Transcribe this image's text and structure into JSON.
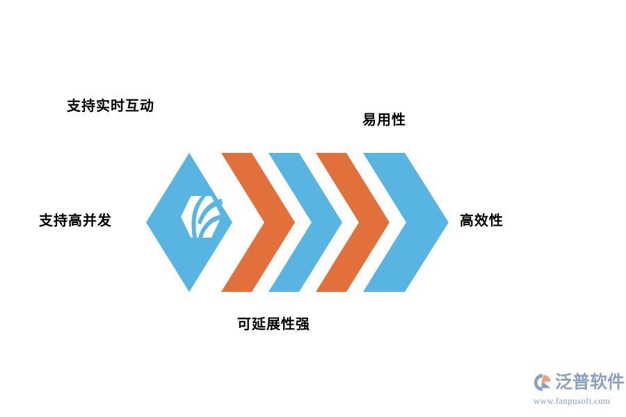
{
  "diagram": {
    "type": "chevron-process",
    "title_absent": true,
    "colors": {
      "blue": "#58b4e0",
      "orange": "#e2703a",
      "background": "#ffffff",
      "label_text": "#000000",
      "logo_mark": "#ffffff"
    },
    "shapes": [
      {
        "name": "diamond-stage-1",
        "shape": "diamond",
        "color": "#58b4e0",
        "has_logo": true
      },
      {
        "name": "chevron-stage-2",
        "shape": "chevron",
        "color": "#e2703a",
        "has_logo": false
      },
      {
        "name": "chevron-stage-3",
        "shape": "chevron",
        "color": "#58b4e0",
        "has_logo": false
      },
      {
        "name": "chevron-stage-4",
        "shape": "chevron",
        "color": "#e2703a",
        "has_logo": false
      },
      {
        "name": "chevron-stage-5",
        "shape": "chevron",
        "color": "#58b4e0",
        "has_logo": false
      }
    ],
    "center_logo": {
      "icon": "leaf-hexagon-logo-icon",
      "color": "#ffffff"
    }
  },
  "labels": {
    "left_top": "支持实时互动",
    "left_middle": "支持高并发",
    "top_right": "易用性",
    "right_middle": "高效性",
    "bottom": "可延展性强"
  },
  "watermark": {
    "mark_icon": "fanpu-swoosh-logo-icon",
    "brand": "泛普软件",
    "url": "www.fanpusoft.com",
    "color": "#8aa0bf",
    "accent": "#e8a080"
  }
}
